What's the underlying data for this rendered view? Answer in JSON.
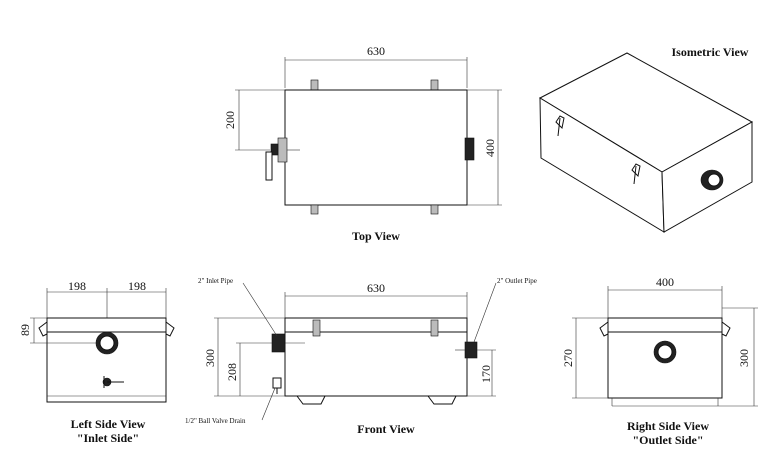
{
  "views": {
    "top": {
      "title": "Top View",
      "width_dim": "630",
      "half_depth_dim": "200",
      "depth_dim": "400"
    },
    "isometric": {
      "title": "Isometric View"
    },
    "left": {
      "title": "Left Side View",
      "subtitle": "\"Inlet Side\"",
      "dim_left": "198",
      "dim_right": "198",
      "inlet_height_dim": "89"
    },
    "front": {
      "title": "Front View",
      "width_dim": "630",
      "height_dim": "300",
      "inlet_level_dim": "208",
      "outlet_level_dim": "170",
      "inlet_label": "2\" Inlet Pipe",
      "outlet_label": "2\" Outlet Pipe",
      "drain_label": "1/2\" Ball Valve Drain"
    },
    "right": {
      "title": "Right Side View",
      "subtitle": "\"Outlet Side\"",
      "width_dim": "400",
      "left_height_dim": "270",
      "right_height_dim": "300"
    }
  }
}
